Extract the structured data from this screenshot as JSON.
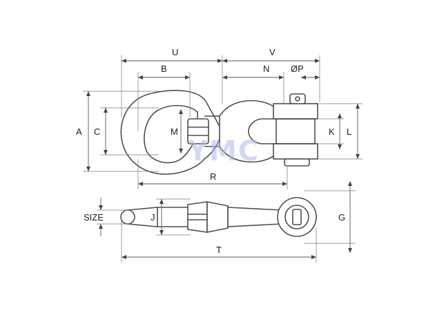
{
  "watermark": "YMC",
  "dimension_labels": {
    "U": "U",
    "V": "V",
    "B": "B",
    "N": "N",
    "P": "ØP",
    "A": "A",
    "C": "C",
    "M": "M",
    "K": "K",
    "L": "L",
    "R": "R",
    "SIZE": "SIZE",
    "J": "J",
    "G": "G",
    "T": "T"
  },
  "colors": {
    "watermark": "#aeb8e8",
    "outline": "#4d4d4d"
  }
}
